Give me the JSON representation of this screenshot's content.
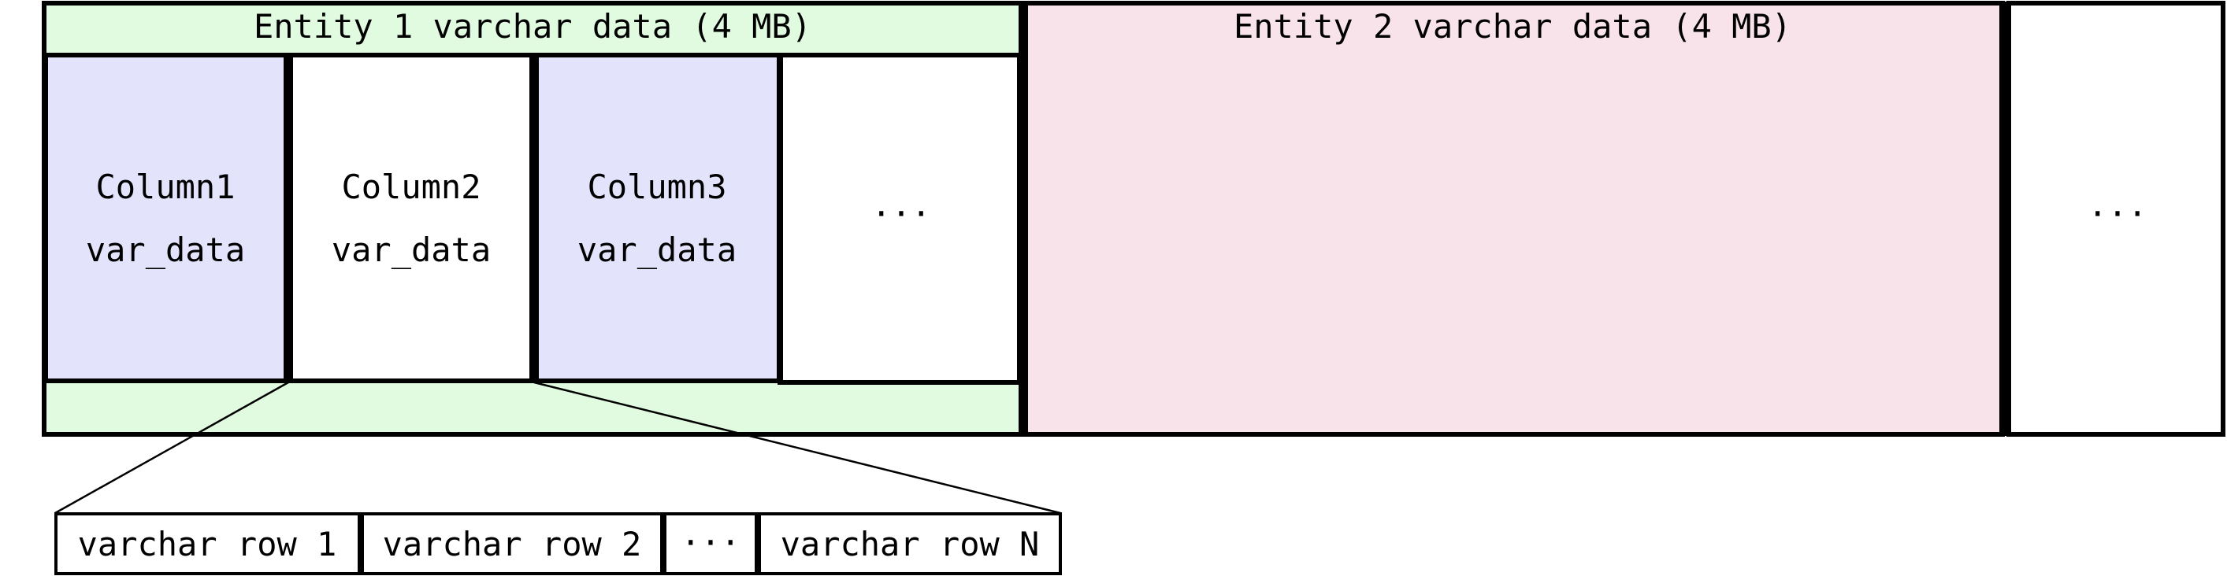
{
  "colors": {
    "entity1_fill": "#e0fbe0",
    "entity2_fill": "#f8e3ea",
    "column_odd_fill": "#e3e3fb",
    "column_even_fill": "#ffffff",
    "trailing_fill": "#ffffff",
    "stroke": "#000000"
  },
  "entity1": {
    "title": "Entity 1 varchar data (4 MB)",
    "columns": [
      {
        "name": "Column1",
        "sub": "var_data"
      },
      {
        "name": "Column2",
        "sub": "var_data"
      },
      {
        "name": "Column3",
        "sub": "var_data"
      }
    ],
    "more": "···"
  },
  "entity2": {
    "title": "Entity 2 varchar data (4 MB)"
  },
  "trailing": {
    "more": "···"
  },
  "rows": {
    "items": [
      "varchar row 1",
      "varchar row 2",
      "···",
      "varchar row N"
    ]
  }
}
